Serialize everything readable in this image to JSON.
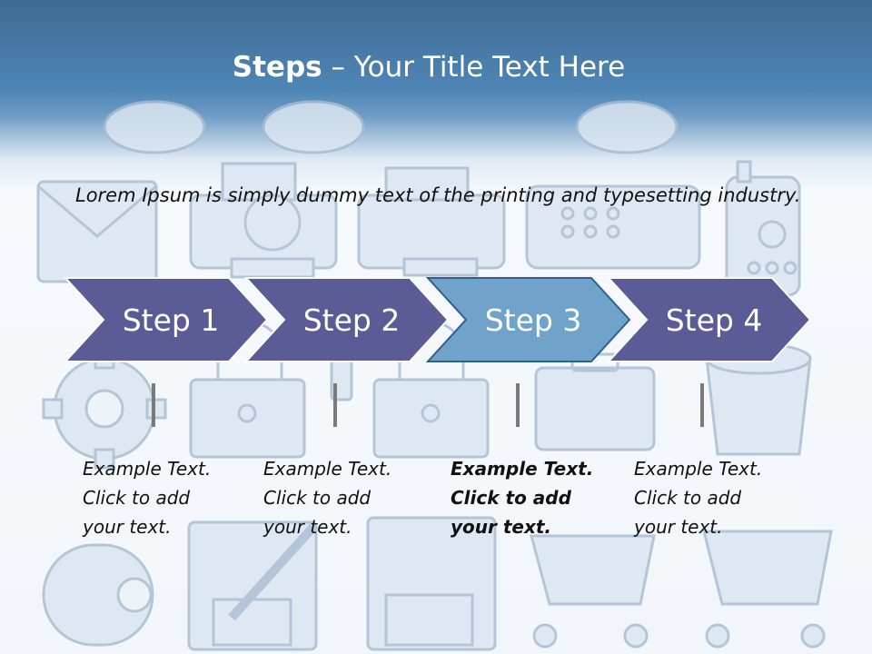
{
  "title": {
    "bold": "Steps",
    "rest": " – Your Title Text Here"
  },
  "intro": "Lorem Ipsum is simply dummy text of the printing and typesetting industry.",
  "steps": [
    {
      "label": "Step 1",
      "text": [
        "Example Text.",
        "Click  to add",
        "your text."
      ],
      "highlighted": false
    },
    {
      "label": "Step 2",
      "text": [
        "Example Text.",
        "Click  to add",
        "your text."
      ],
      "highlighted": false
    },
    {
      "label": "Step 3",
      "text": [
        "Example Text.",
        "Click  to add",
        "your text."
      ],
      "highlighted": true
    },
    {
      "label": "Step 4",
      "text": [
        "Example Text.",
        "Click  to add",
        "your text."
      ],
      "highlighted": false
    }
  ],
  "colors": {
    "step": "#5b5b95",
    "step_highlight": "#6fa3c9",
    "header": "#4a80b0"
  },
  "background_icons": [
    "envelope-icon",
    "printer-search-icon",
    "printer-icon",
    "fax-icon",
    "phone-icon",
    "gear-icon",
    "padlock-icon",
    "padlock-icon",
    "briefcase-icon",
    "paint-bucket-icon",
    "tape-roll-icon",
    "floppy-edit-icon",
    "floppy-icon",
    "shopping-cart-icon",
    "shopping-cart-icon"
  ]
}
